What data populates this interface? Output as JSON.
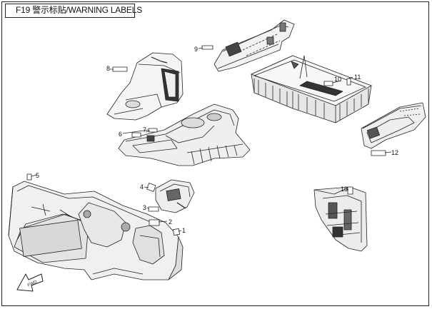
{
  "header": {
    "title": "F19 警示标贴/WARNING LABELS"
  },
  "callouts": [
    "1",
    "2",
    "3",
    "4",
    "5",
    "6",
    "7",
    "8",
    "9",
    "10",
    "11",
    "12",
    "13"
  ]
}
